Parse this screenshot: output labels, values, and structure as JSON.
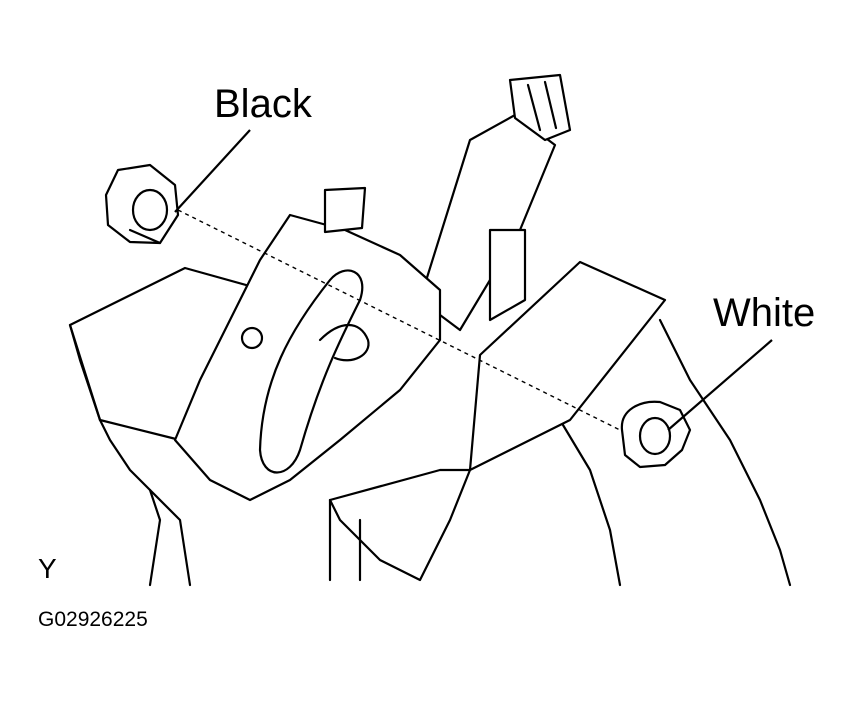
{
  "labels": {
    "black": "Black",
    "white": "White",
    "view": "Y",
    "code": "G02926225"
  },
  "colors": {
    "ink": "#000000",
    "background": "#ffffff"
  }
}
